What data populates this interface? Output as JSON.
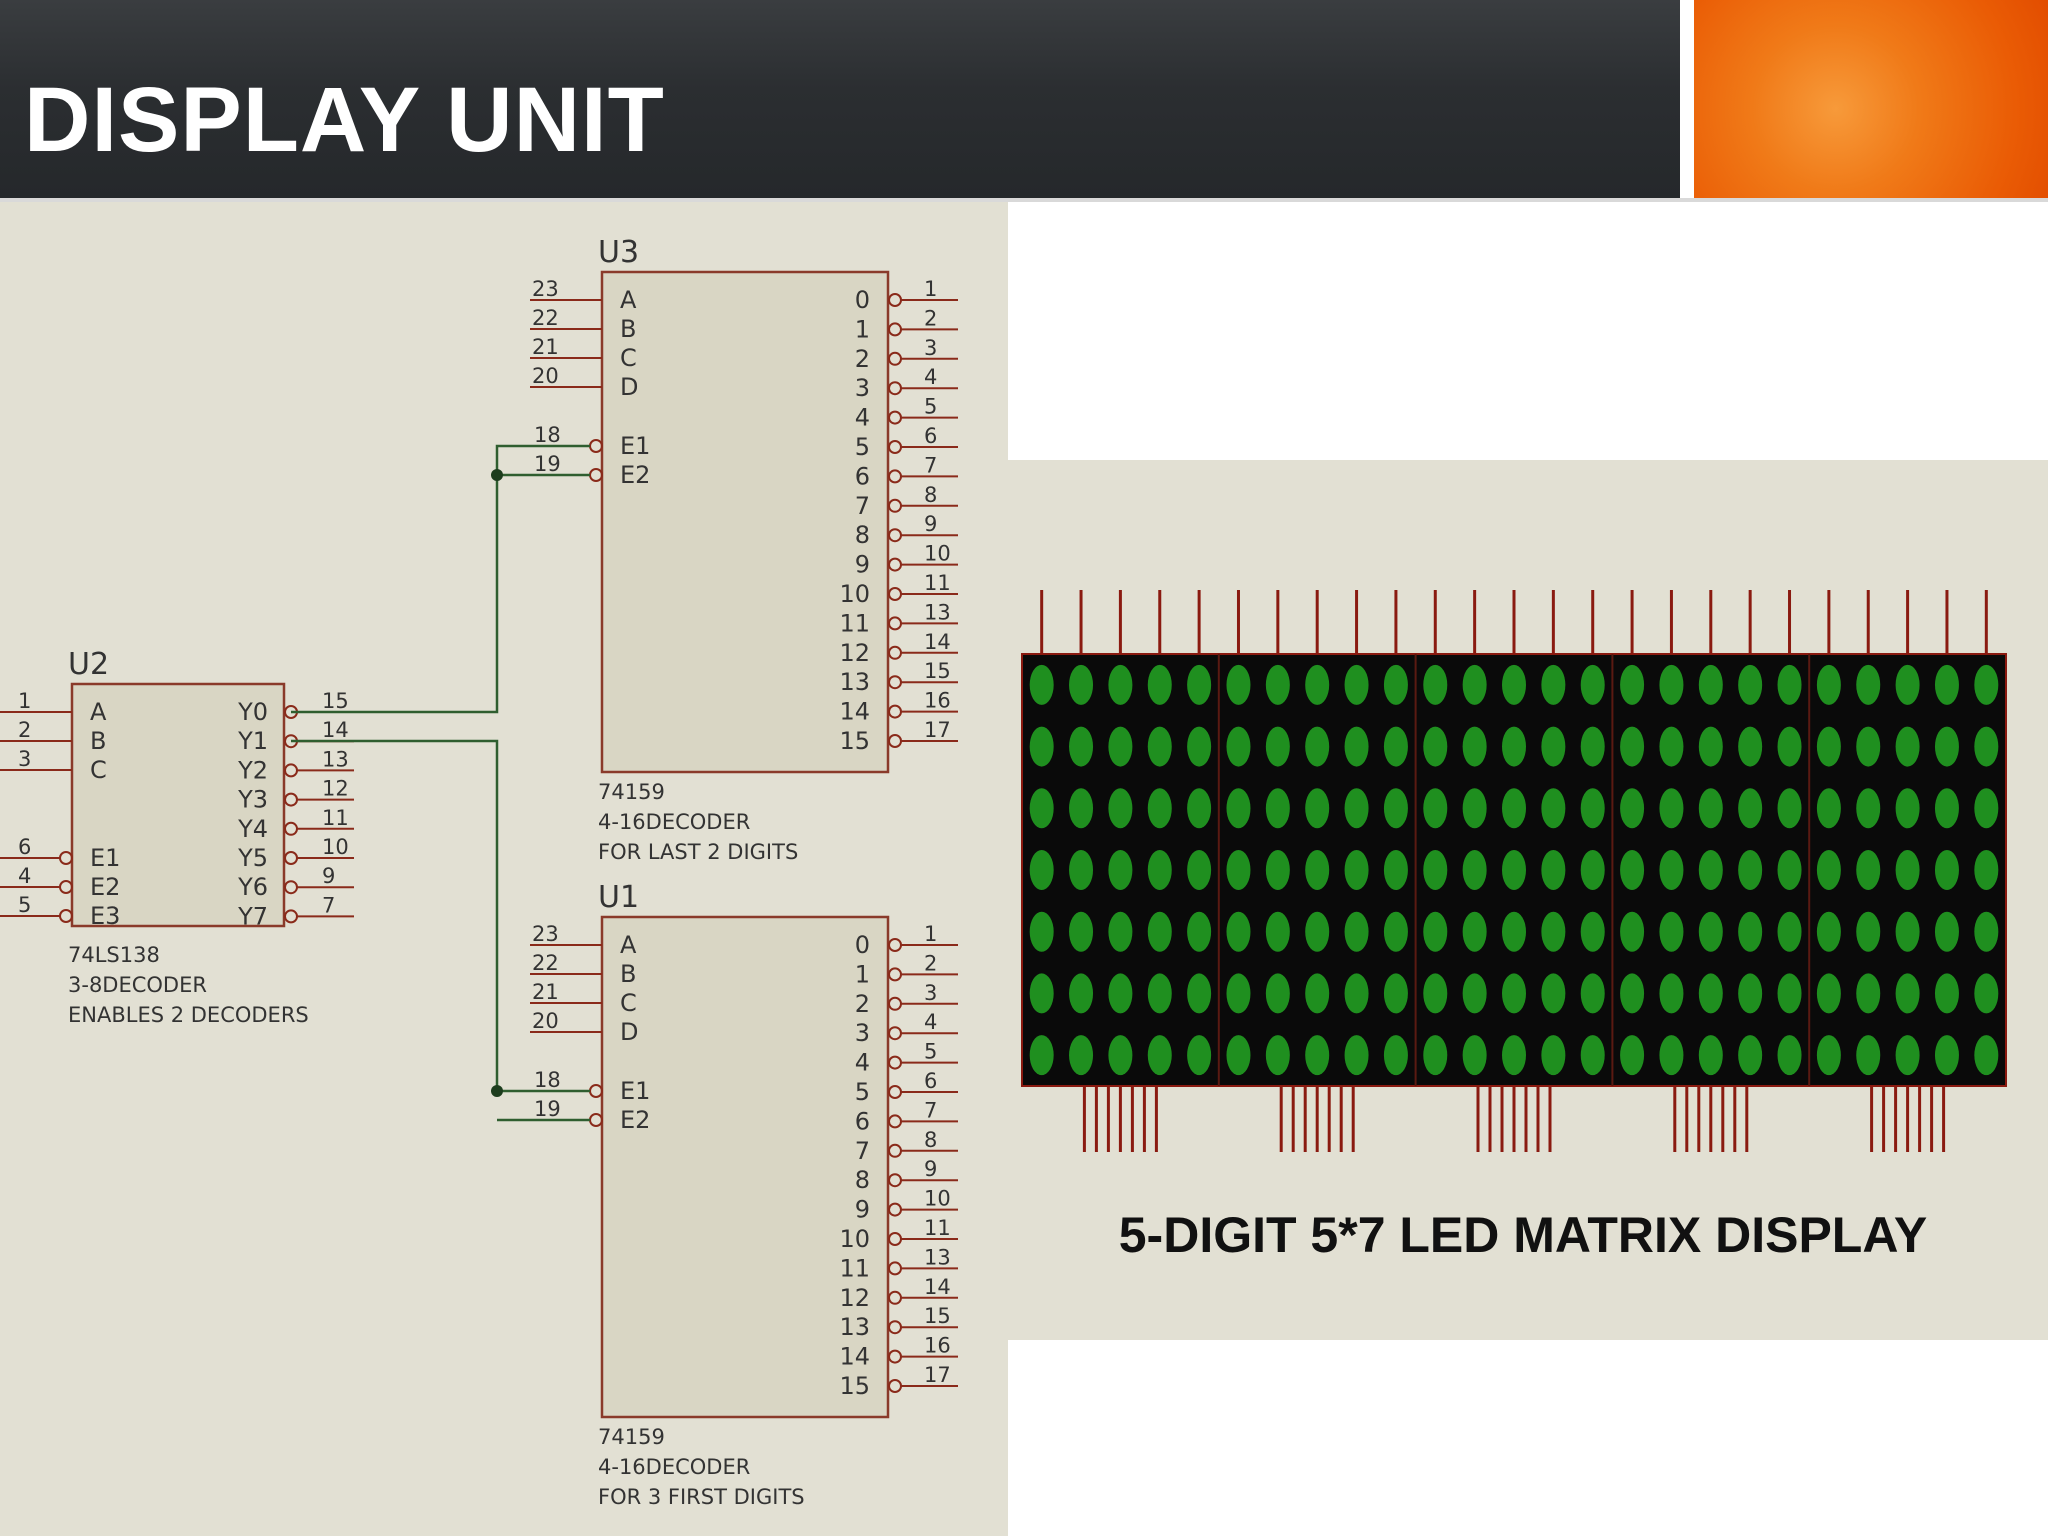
{
  "slide": {
    "title": "DISPLAY UNIT"
  },
  "u2": {
    "ref": "U2",
    "inputs": [
      {
        "pin": "1",
        "name": "A"
      },
      {
        "pin": "2",
        "name": "B"
      },
      {
        "pin": "3",
        "name": "C"
      }
    ],
    "enables": [
      {
        "pin": "6",
        "name": "E1"
      },
      {
        "pin": "4",
        "name": "E2"
      },
      {
        "pin": "5",
        "name": "E3"
      }
    ],
    "outputs": [
      {
        "name": "Y0",
        "pin": "15"
      },
      {
        "name": "Y1",
        "pin": "14"
      },
      {
        "name": "Y2",
        "pin": "13"
      },
      {
        "name": "Y3",
        "pin": "12"
      },
      {
        "name": "Y4",
        "pin": "11"
      },
      {
        "name": "Y5",
        "pin": "10"
      },
      {
        "name": "Y6",
        "pin": "9"
      },
      {
        "name": "Y7",
        "pin": "7"
      }
    ],
    "part": "74LS138",
    "desc1": "3-8DECODER",
    "desc2": "ENABLES 2 DECODERS"
  },
  "u3": {
    "ref": "U3",
    "part": "74159",
    "desc1": "4-16DECODER",
    "desc2": "FOR LAST 2 DIGITS"
  },
  "u1": {
    "ref": "U1",
    "part": "74159",
    "desc1": "4-16DECODER",
    "desc2": "FOR 3 FIRST DIGITS"
  },
  "decoder_4_16": {
    "inputs": [
      {
        "pin": "23",
        "name": "A"
      },
      {
        "pin": "22",
        "name": "B"
      },
      {
        "pin": "21",
        "name": "C"
      },
      {
        "pin": "20",
        "name": "D"
      }
    ],
    "enables": [
      {
        "pin": "18",
        "name": "E1"
      },
      {
        "pin": "19",
        "name": "E2"
      }
    ],
    "outputs": [
      {
        "name": "0",
        "pin": "1"
      },
      {
        "name": "1",
        "pin": "2"
      },
      {
        "name": "2",
        "pin": "3"
      },
      {
        "name": "3",
        "pin": "4"
      },
      {
        "name": "4",
        "pin": "5"
      },
      {
        "name": "5",
        "pin": "6"
      },
      {
        "name": "6",
        "pin": "7"
      },
      {
        "name": "7",
        "pin": "8"
      },
      {
        "name": "8",
        "pin": "9"
      },
      {
        "name": "9",
        "pin": "10"
      },
      {
        "name": "10",
        "pin": "11"
      },
      {
        "name": "11",
        "pin": "13"
      },
      {
        "name": "12",
        "pin": "14"
      },
      {
        "name": "13",
        "pin": "15"
      },
      {
        "name": "14",
        "pin": "16"
      },
      {
        "name": "15",
        "pin": "17"
      }
    ]
  },
  "display": {
    "caption": "5-DIGIT 5*7 LED MATRIX DISPLAY",
    "digits": 5,
    "columns_per_digit": 5,
    "rows": 7,
    "led_color": "#1f8f1f",
    "background_color": "#0a0a0a",
    "pin_color": "#8a1a10"
  },
  "colors": {
    "wire": "#2f5e2f",
    "pin_line": "#8a2a1a",
    "component_fill": "#d9d6c4",
    "component_border": "#8a3a2a"
  }
}
